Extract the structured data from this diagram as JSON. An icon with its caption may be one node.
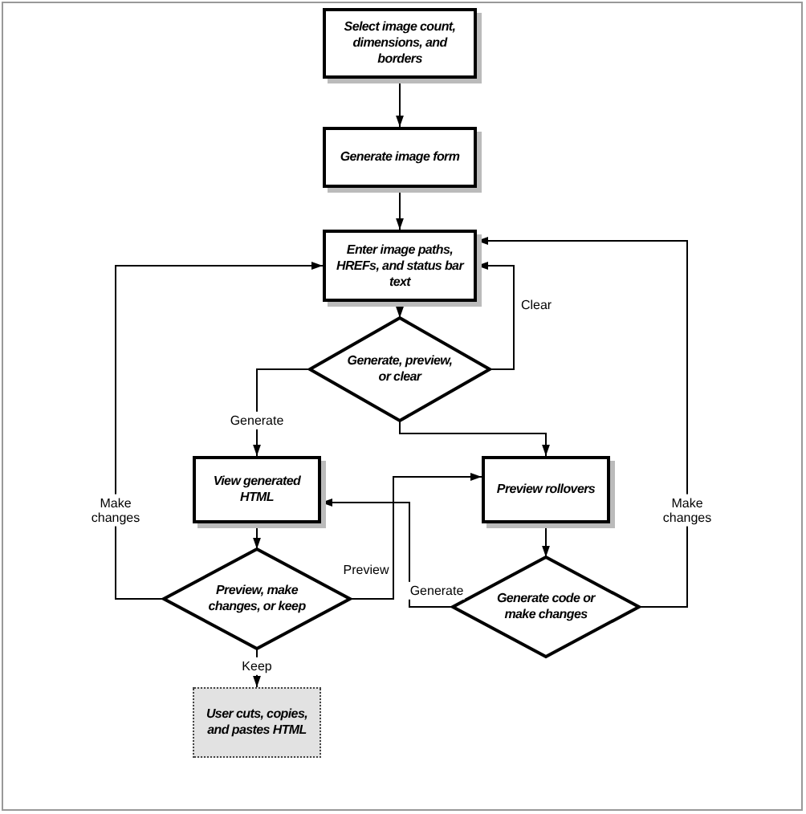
{
  "diagram": {
    "nodes": [
      {
        "text": [
          "Select image count, dimensions, and borders"
        ]
      },
      {
        "text": [
          "Generate image form"
        ]
      },
      {
        "text": [
          "Enter image paths, HREFs, and status bar text"
        ]
      },
      {
        "text": [
          "Generate, preview, or clear"
        ]
      },
      {
        "text": [
          "View generated HTML"
        ]
      },
      {
        "text": [
          "Preview rollovers"
        ]
      },
      {
        "text": [
          "Preview, make changes, or keep"
        ]
      },
      {
        "text": [
          "Generate code or make changes"
        ]
      },
      {
        "text": [
          "User cuts, copies, and pastes HTML"
        ]
      }
    ],
    "edges": [
      {
        "from": 0,
        "to": 1,
        "arrow": "to"
      },
      {
        "from": 1,
        "to": 2,
        "arrow": "to"
      },
      {
        "from": 2,
        "to": 3,
        "arrow": "to"
      },
      {
        "from": 3,
        "to": 2,
        "arrow": "to",
        "label": "Clear"
      },
      {
        "from": 3,
        "to": 4,
        "arrow": "to",
        "label": "Generate"
      },
      {
        "from": 3,
        "to": 5,
        "arrow": "to"
      },
      {
        "from": 4,
        "to": 6,
        "arrow": "to"
      },
      {
        "from": 5,
        "to": 7,
        "arrow": "to"
      },
      {
        "from": 6,
        "to": 2,
        "arrow": "to",
        "label": "Make changes"
      },
      {
        "from": 6,
        "to": 5,
        "arrow": "to",
        "label": "Preview"
      },
      {
        "from": 6,
        "to": 8,
        "arrow": "to",
        "label": "Keep"
      },
      {
        "from": 7,
        "to": 4,
        "arrow": "to",
        "label": "Generate"
      },
      {
        "from": 7,
        "to": 2,
        "arrow": "to",
        "label": "Make changes"
      }
    ]
  }
}
